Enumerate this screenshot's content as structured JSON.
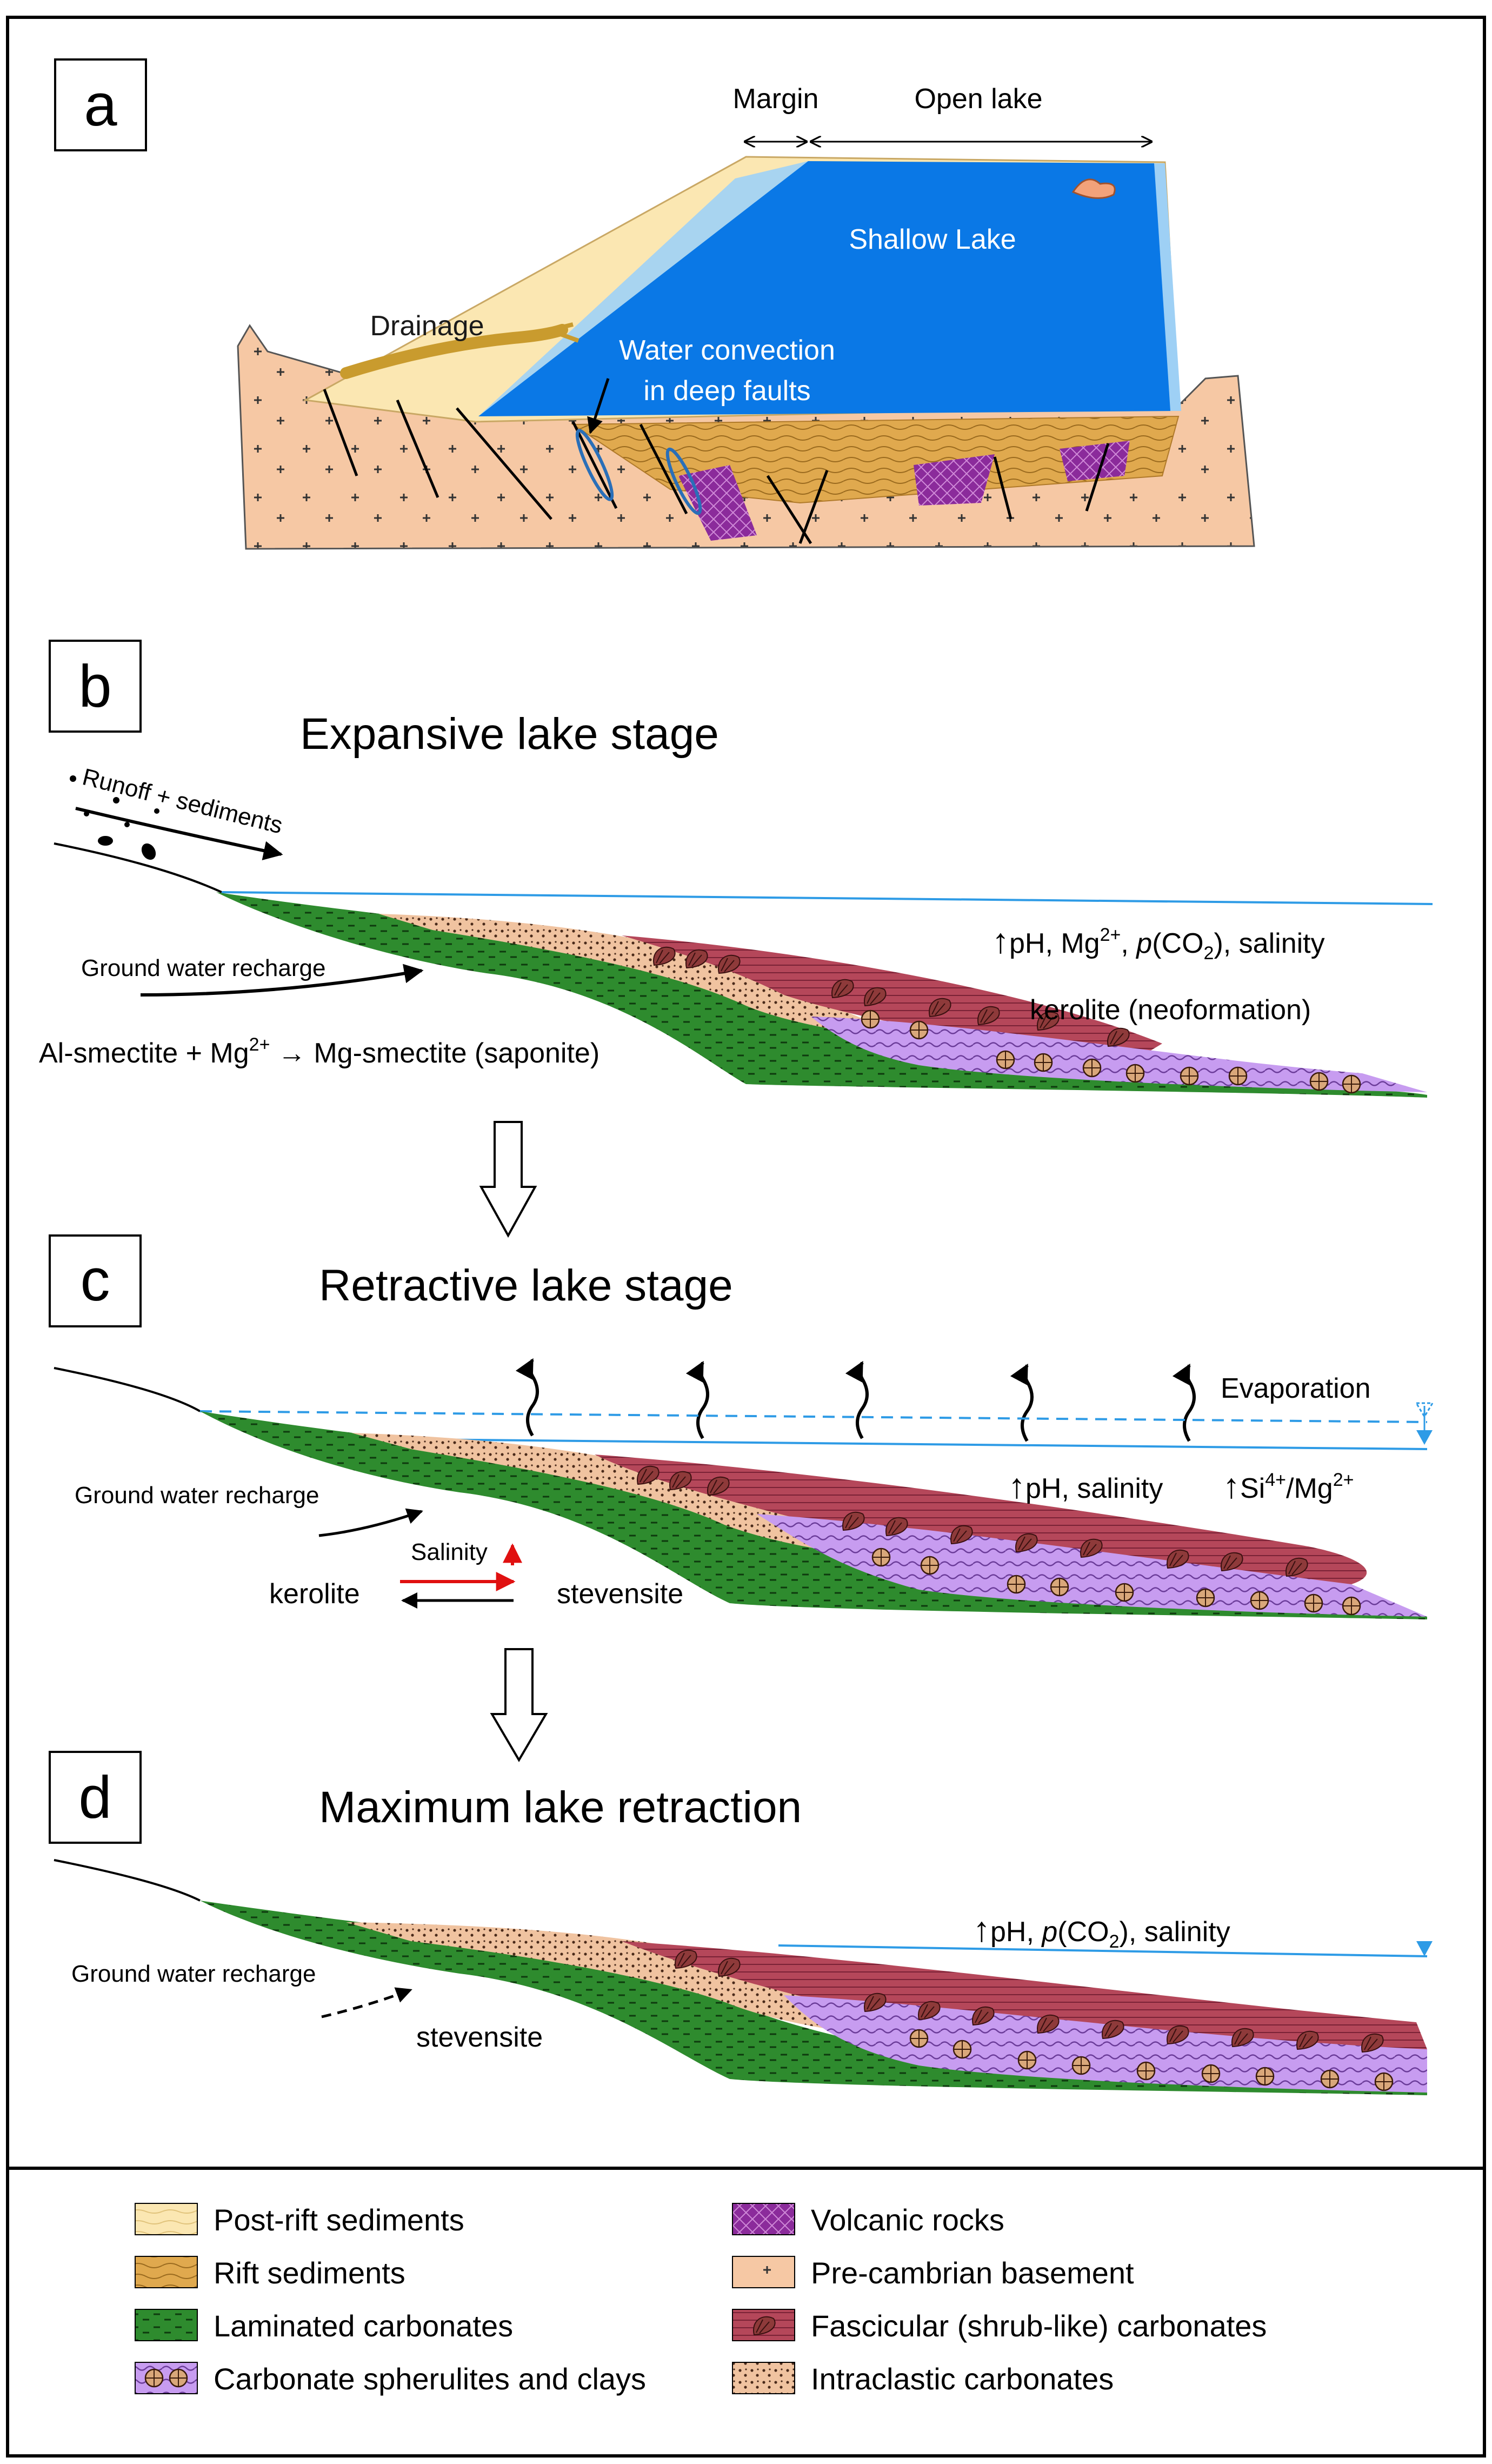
{
  "panels": {
    "a": {
      "letter": "a",
      "margin_label": "Margin",
      "open_lake_label": "Open lake",
      "shallow_lake_label": "Shallow Lake",
      "drainage_label": "Drainage",
      "convection_line1": "Water convection",
      "convection_line2": "in deep faults"
    },
    "b": {
      "letter": "b",
      "title": "Expansive lake stage",
      "runoff_label": "Runoff + sediments",
      "groundwater_label": "Ground water recharge",
      "reaction": {
        "reactant": "Al-smectite + Mg",
        "reactant_charge": "2+",
        "arrow": "→",
        "product": "Mg-smectite (saponite)"
      },
      "trend": {
        "arrow": "↑",
        "ph": "pH, Mg",
        "mg_charge": "2+",
        "sep": ", ",
        "p": "p",
        "co2_open": "(CO",
        "co2_sub": "2",
        "co2_close": "), salinity"
      },
      "mineral_label": "kerolite (neoformation)"
    },
    "c": {
      "letter": "c",
      "title": "Retractive lake stage",
      "evaporation_label": "Evaporation",
      "groundwater_label": "Ground water recharge",
      "trend_1": "pH, salinity",
      "trend_2": {
        "si": "Si",
        "si_charge": "4+",
        "slash": "/Mg",
        "mg_charge": "2+"
      },
      "salinity_label": "Salinity",
      "kerolite_label": "kerolite",
      "stevensite_label": "stevensite"
    },
    "d": {
      "letter": "d",
      "title": "Maximum lake retraction",
      "groundwater_label": "Ground water recharge",
      "stevensite_label": "stevensite",
      "trend": {
        "ph": "pH, ",
        "p": "p",
        "co2_open": "(CO",
        "co2_sub": "2",
        "co2_close": "), salinity"
      }
    }
  },
  "legend": {
    "items": [
      {
        "key": "post-rift",
        "label": "Post-rift sediments"
      },
      {
        "key": "rift",
        "label": "Rift sediments"
      },
      {
        "key": "laminated",
        "label": "Laminated carbonates"
      },
      {
        "key": "spherulites",
        "label": "Carbonate spherulites and clays"
      },
      {
        "key": "volcanic",
        "label": "Volcanic rocks"
      },
      {
        "key": "basement",
        "label": "Pre-cambrian basement"
      },
      {
        "key": "fascicular",
        "label": "Fascicular (shrub-like) carbonates"
      },
      {
        "key": "intraclastic",
        "label": "Intraclastic carbonates"
      }
    ]
  },
  "colors": {
    "lake_blue": "#0a78e6",
    "water_line": "#2e9be6",
    "laminated_green": "#2e8b2e",
    "fascicular_red": "#b5475a",
    "intraclastic_tan": "#f0c3a0",
    "spherulite_purple": "#c79cf0",
    "volcanic_purple": "#8b2b9b",
    "basement_peach": "#f6c8a4",
    "post_rift_cream": "#fbe7b2",
    "rift_tan": "#e0a94e"
  }
}
